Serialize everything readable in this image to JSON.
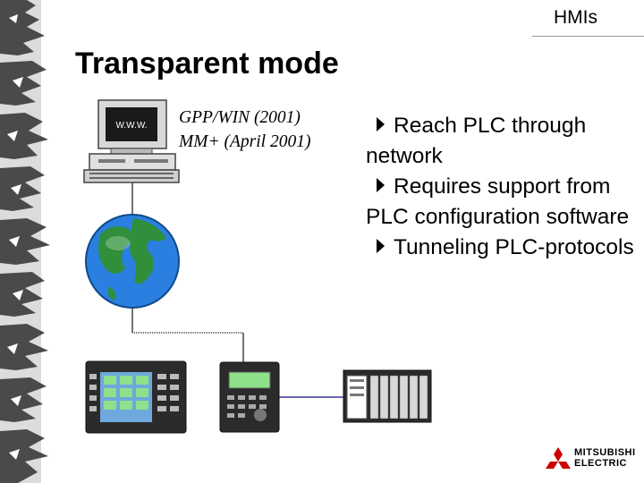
{
  "header": {
    "section": "HMIs"
  },
  "title": "Transparent mode",
  "products": [
    "GPP/WIN (2001)",
    "MM+ (April 2001)"
  ],
  "bullets": [
    "Reach PLC through network",
    "Requires support from PLC configuration software",
    "Tunneling PLC-protocols"
  ],
  "computer_screen_text": "W.W.W.",
  "logo": {
    "line1": "MITSUBISHI",
    "line2": "ELECTRIC"
  },
  "colors": {
    "accent": "#cc0000",
    "globe_ocean": "#2a7fe0",
    "globe_land": "#2f8f3a",
    "hmi_screen": "#8fe08a"
  }
}
